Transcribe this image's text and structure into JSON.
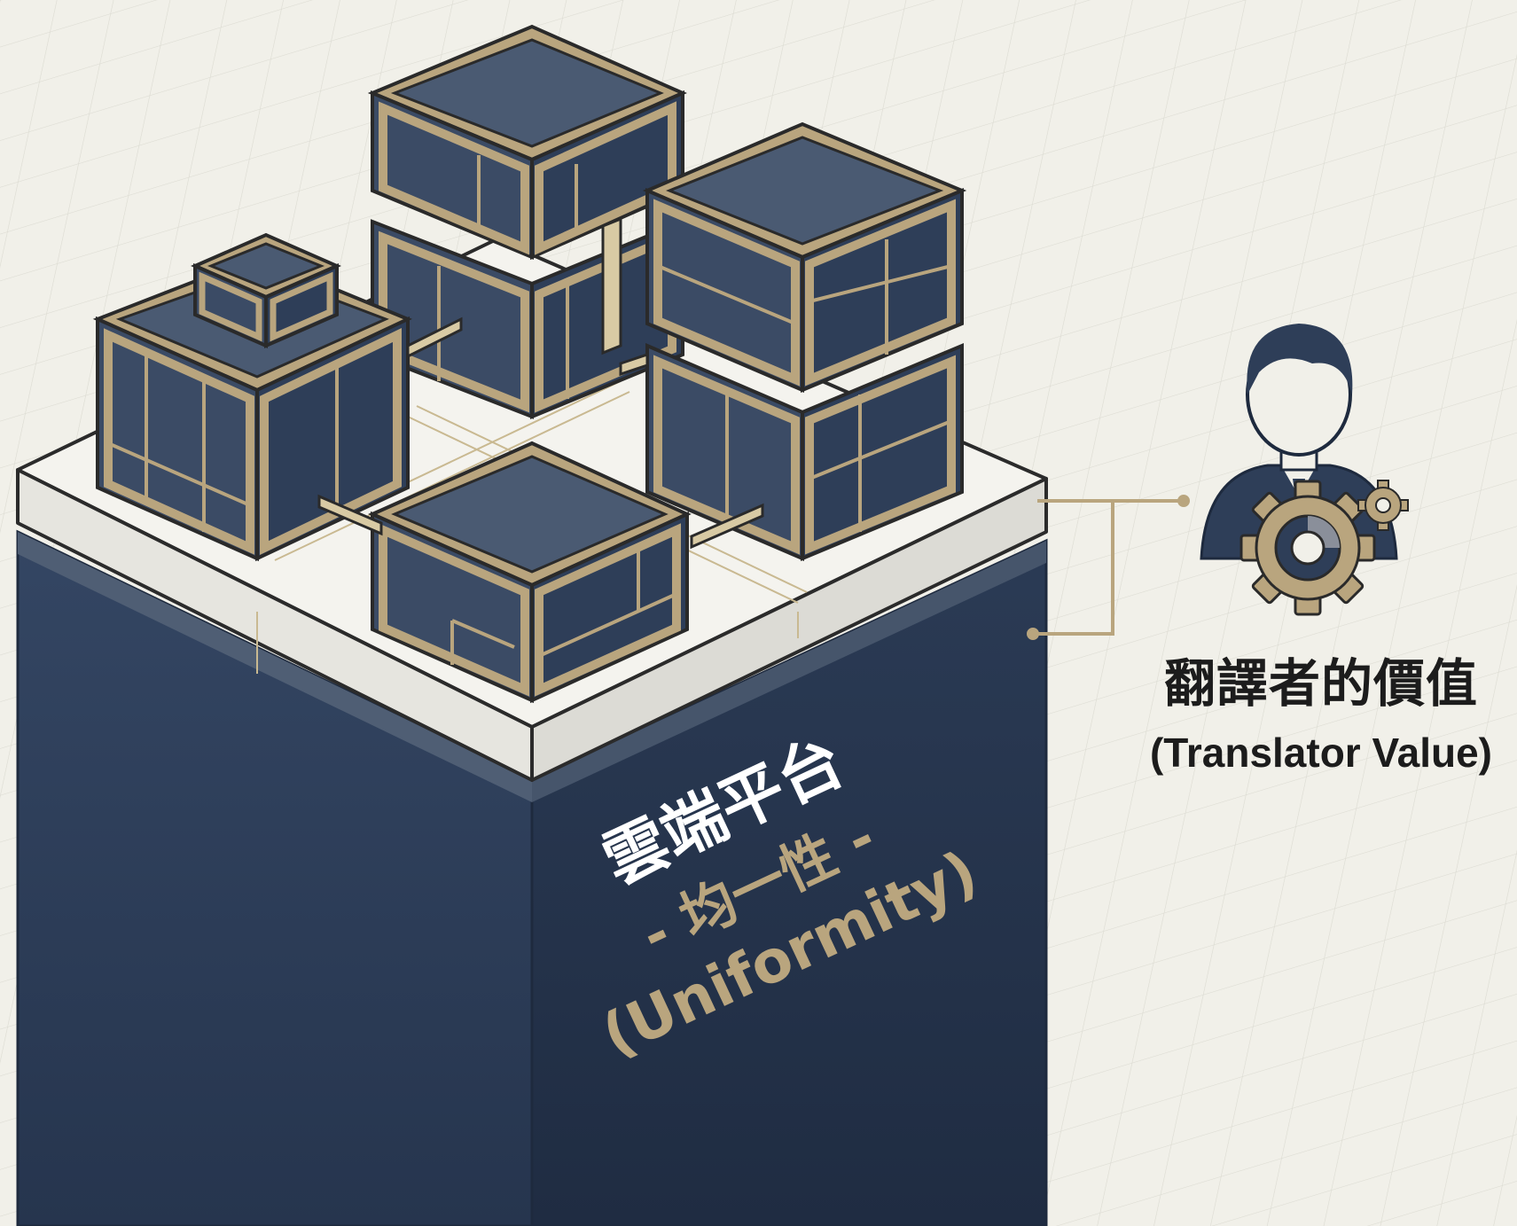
{
  "platform": {
    "title": "雲端平台",
    "subtitle": "- 均一性 -",
    "english": "(Uniformity)"
  },
  "translator_value": {
    "title": "翻譯者的價值",
    "subtitle": "(Translator Value)"
  },
  "icons": {
    "modules": "building-module-icon",
    "person": "person-icon",
    "gear": "gear-icon"
  },
  "colors": {
    "background": "#f1f0e9",
    "navy": "#2e3e58",
    "navy_dark": "#243248",
    "navy_top": "#4a5a72",
    "gold": "#b9a57e",
    "platform_white": "#eeede7",
    "ink": "#1c1c1c"
  }
}
